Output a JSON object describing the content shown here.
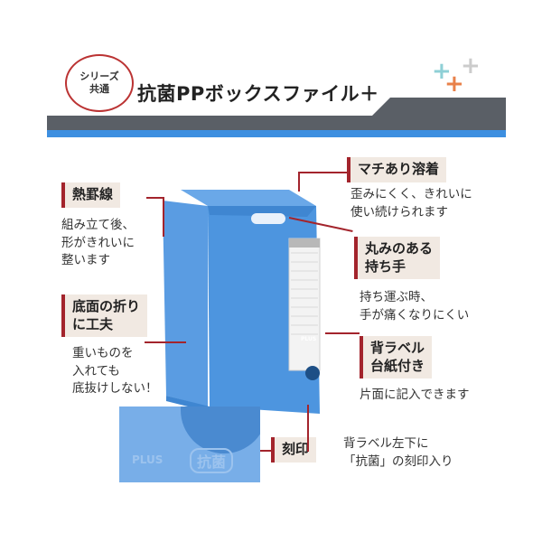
{
  "header": {
    "series_line1": "シリーズ",
    "series_line2": "共通",
    "title": "抗菌PPボックスファイル＋"
  },
  "labels": {
    "netsu": "熱罫線",
    "netsu_desc": [
      "組み立て後、",
      "形がきれいに",
      "整います"
    ],
    "machi": "マチあり溶着",
    "machi_desc": [
      "歪みにくく、きれいに",
      "使い続けられます"
    ],
    "maru_line1": "丸みのある",
    "maru_line2": "持ち手",
    "maru_desc": [
      "持ち運ぶ時、",
      "手が痛くなりにくい"
    ],
    "teimen_line1": "底面の折り",
    "teimen_line2": "に工夫",
    "teimen_desc": [
      "重いものを",
      "入れても",
      "底抜けしない！"
    ],
    "se_line1": "背ラベル",
    "se_line2": "台紙付き",
    "se_desc": [
      "片面に記入できます"
    ],
    "kokuin": "刻印",
    "kokuin_desc": [
      "背ラベル左下に",
      "「抗菌」の刻印入り"
    ]
  },
  "product": {
    "brand": "PLUS",
    "inset_brand": "PLUS",
    "inset_kanji": "抗菌"
  },
  "colors": {
    "accent": "#a3242c",
    "box_blue": "#4d95df",
    "header_dark": "#5a5f66",
    "header_blue": "#3d8fe0"
  }
}
